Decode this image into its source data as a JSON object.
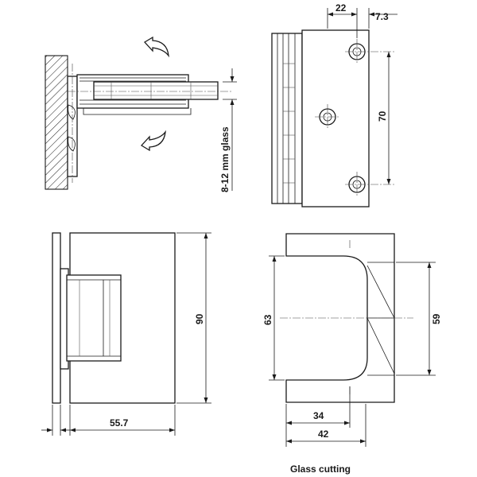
{
  "top_view": {
    "glass_label": "8-12 mm glass"
  },
  "side_view": {
    "dim_width": "22",
    "dim_offset": "7.3",
    "dim_hole_spacing": "70"
  },
  "front_view": {
    "dim_height": "90",
    "dim_depth": "55.7"
  },
  "glass_cutting": {
    "dim_outer_height": "63",
    "dim_inner_height": "59",
    "dim_inner_width": "34",
    "dim_outer_width": "42",
    "caption": "Glass cutting"
  }
}
